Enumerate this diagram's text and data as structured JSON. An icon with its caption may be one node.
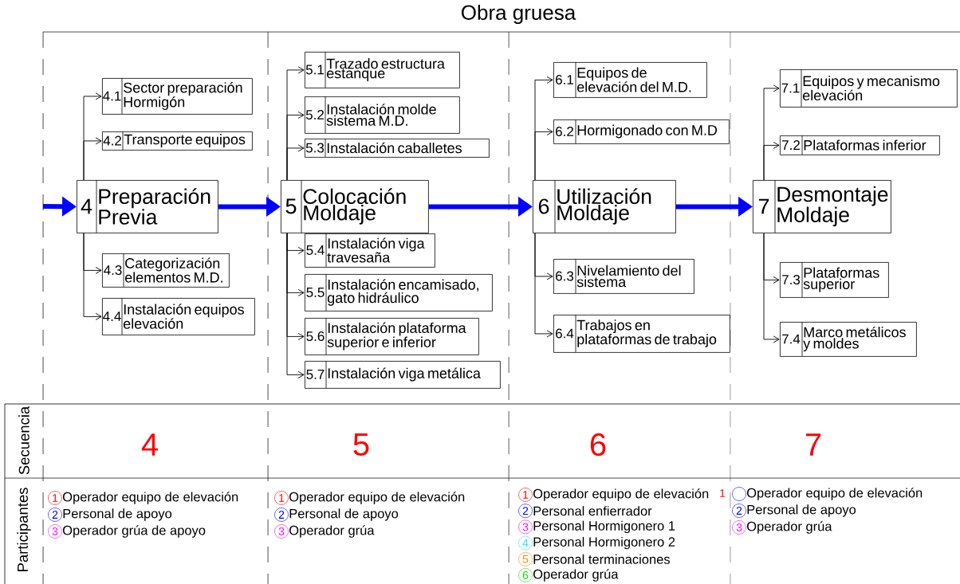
{
  "diagram": {
    "title": "Obra gruesa",
    "nodes": [
      {
        "text": [
          "4",
          "Preparación Previa"
        ]
      },
      {
        "text": [
          "5",
          "Colocación Moldaje"
        ]
      },
      {
        "text": [
          "6",
          "Utilización Moldaje"
        ]
      },
      {
        "text": [
          "7",
          "Desmontaje Moldaje"
        ]
      },
      {
        "text": [
          "4.1",
          "Sector preparación Hormigón"
        ]
      },
      {
        "text": [
          "4.2",
          "Transporte equipos"
        ]
      },
      {
        "text": [
          "4.3",
          "Categorización elementos M.D."
        ]
      },
      {
        "text": [
          "4.4",
          "Instalación equipos elevación"
        ]
      },
      {
        "text": [
          "5.1",
          "Trazado estructura estanque"
        ]
      },
      {
        "text": [
          "5.2",
          "Instalación molde sistema M.D."
        ]
      },
      {
        "text": [
          "5.3",
          "Instalación caballetes"
        ]
      },
      {
        "text": [
          "5.4",
          "Instalación viga travesaña"
        ]
      },
      {
        "text": [
          "5.5",
          "Instalación encamisado, gato hidráulico"
        ]
      },
      {
        "text": [
          "5.6",
          "Instalación plataforma superior e inferior"
        ]
      },
      {
        "text": [
          "5.7",
          "Instalación viga metálica"
        ]
      },
      {
        "text": [
          "6.1",
          "Equipos de elevación del M.D."
        ]
      },
      {
        "text": [
          "6.2",
          "Hormigonado con M.D"
        ]
      },
      {
        "text": [
          "6.3",
          "Nivelamiento del sistema"
        ]
      },
      {
        "text": [
          "6.4",
          "Trabajos en plataformas de trabajo"
        ]
      },
      {
        "text": [
          "7.1",
          "Equipos y mecanismo elevación"
        ]
      },
      {
        "text": [
          "7.2",
          "Plataformas inferior"
        ]
      },
      {
        "text": [
          "7.3",
          "Plataformas superior"
        ]
      },
      {
        "text": [
          "7.4",
          "Marco metálicos y moldes"
        ]
      }
    ],
    "edges": [
      {
        "from": null,
        "to": 0,
        "arrow": "to",
        "style": "thick",
        "color": "#0000ff"
      },
      {
        "from": 0,
        "to": 1,
        "arrow": "to",
        "style": "thick",
        "color": "#0000ff"
      },
      {
        "from": 1,
        "to": 2,
        "arrow": "to",
        "style": "thick",
        "color": "#0000ff"
      },
      {
        "from": 2,
        "to": 3,
        "arrow": "to",
        "style": "thick",
        "color": "#0000ff"
      },
      {
        "from": 0,
        "to": 4,
        "arrow": "to"
      },
      {
        "from": 0,
        "to": 5,
        "arrow": "to"
      },
      {
        "from": 0,
        "to": 6,
        "arrow": "to"
      },
      {
        "from": 0,
        "to": 7,
        "arrow": "to"
      },
      {
        "from": 1,
        "to": 8,
        "arrow": "to"
      },
      {
        "from": 1,
        "to": 9,
        "arrow": "to"
      },
      {
        "from": 1,
        "to": 10,
        "arrow": "to"
      },
      {
        "from": 1,
        "to": 11,
        "arrow": "to"
      },
      {
        "from": 1,
        "to": 12,
        "arrow": "to"
      },
      {
        "from": 1,
        "to": 13,
        "arrow": "to"
      },
      {
        "from": 1,
        "to": 14,
        "arrow": "to"
      },
      {
        "from": 2,
        "to": 15,
        "arrow": "to"
      },
      {
        "from": 2,
        "to": 16,
        "arrow": "to"
      },
      {
        "from": 2,
        "to": 17,
        "arrow": "to"
      },
      {
        "from": 2,
        "to": 18,
        "arrow": "to"
      },
      {
        "from": 3,
        "to": 19,
        "arrow": "to"
      },
      {
        "from": 3,
        "to": 20,
        "arrow": "to"
      },
      {
        "from": 3,
        "to": 21,
        "arrow": "to"
      },
      {
        "from": 3,
        "to": 22,
        "arrow": "to"
      }
    ],
    "labels": [
      "Secuencia",
      "4",
      "5",
      "6",
      "7",
      "Participantes",
      "1",
      "Operador equipo de elevación",
      "2",
      "Personal de apoyo",
      "3",
      "Operador grúa de apoyo",
      "1",
      "Operador equipo de elevación",
      "2",
      "Personal de apoyo",
      "3",
      "Operador grúa",
      "1",
      "Operador equipo de elevación",
      "2",
      "Personal enfierrador",
      "3",
      "Personal Hormigonero 1",
      "4",
      "Personal Hormigonero 2",
      "5",
      "Personal terminaciones",
      "6",
      "Operador grúa",
      "1",
      "Operador equipo de elevación",
      "2",
      "Personal de apoyo",
      "3",
      "Operador grúa"
    ]
  }
}
